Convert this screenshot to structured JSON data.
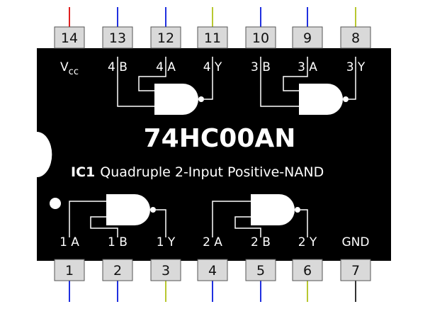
{
  "chip": {
    "part_number": "74HC00AN",
    "designator": "IC1",
    "description": "Quadruple 2-Input Positive-NAND",
    "body_color": "#000000",
    "text_color": "#ffffff",
    "pin_box_color": "#d9d9d9"
  },
  "pins_top": [
    {
      "num": "14",
      "label": "V",
      "sub": "cc",
      "wire_color": "#e02020"
    },
    {
      "num": "13",
      "label": "4 B",
      "wire_color": "#2030e0"
    },
    {
      "num": "12",
      "label": "4 A",
      "wire_color": "#2030e0"
    },
    {
      "num": "11",
      "label": "4 Y",
      "wire_color": "#b8c830"
    },
    {
      "num": "10",
      "label": "3 B",
      "wire_color": "#2030e0"
    },
    {
      "num": "9",
      "label": "3 A",
      "wire_color": "#2030e0"
    },
    {
      "num": "8",
      "label": "3 Y",
      "wire_color": "#b8c830"
    }
  ],
  "pins_bottom": [
    {
      "num": "1",
      "label": "1 A",
      "wire_color": "#2030e0"
    },
    {
      "num": "2",
      "label": "1 B",
      "wire_color": "#2030e0"
    },
    {
      "num": "3",
      "label": "1 Y",
      "wire_color": "#b8c830"
    },
    {
      "num": "4",
      "label": "2 A",
      "wire_color": "#2030e0"
    },
    {
      "num": "5",
      "label": "2 B",
      "wire_color": "#2030e0"
    },
    {
      "num": "6",
      "label": "2 Y",
      "wire_color": "#b8c830"
    },
    {
      "num": "7",
      "label": "GND",
      "wire_color": "#333333"
    }
  ],
  "gates": [
    {
      "name": "gate-1",
      "inputs": [
        "1 A",
        "1 B"
      ],
      "output": "1 Y",
      "type": "nand-gate-icon"
    },
    {
      "name": "gate-2",
      "inputs": [
        "2 A",
        "2 B"
      ],
      "output": "2 Y",
      "type": "nand-gate-icon"
    },
    {
      "name": "gate-3",
      "inputs": [
        "3 A",
        "3 B"
      ],
      "output": "3 Y",
      "type": "nand-gate-icon"
    },
    {
      "name": "gate-4",
      "inputs": [
        "4 A",
        "4 B"
      ],
      "output": "4 Y",
      "type": "nand-gate-icon"
    }
  ]
}
